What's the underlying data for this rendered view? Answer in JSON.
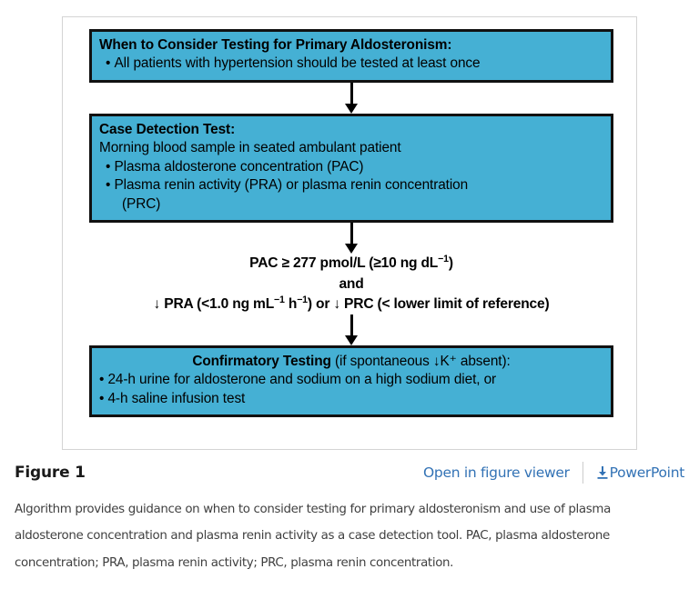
{
  "figure": {
    "colors": {
      "box_fill": "#45b0d4",
      "box_border": "#111111",
      "frame_border": "#d4d4d4",
      "link_blue": "#3272b5",
      "page_bg": "#ffffff"
    },
    "boxes": [
      {
        "id": "when-to-consider",
        "header": "When to Consider Testing for Primary Aldosteronism:",
        "bullets": [
          "All patients with hypertension  should be tested at least once"
        ]
      },
      {
        "id": "case-detection",
        "header": "Case Detection Test:",
        "subtitle": "Morning blood sample in seated ambulant patient",
        "bullets": [
          "Plasma aldosterone concentration (PAC)",
          "Plasma renin activity (PRA) or plasma renin concentration"
        ],
        "continuation": "(PRC)"
      },
      {
        "id": "confirmatory-testing",
        "header_bold": "Confirmatory Testing",
        "header_rest": " (if spontaneous ↓K⁺ absent):",
        "bullets": [
          "24-h urine for aldosterone and sodium on a high sodium diet, or",
          "4-h saline infusion test"
        ]
      }
    ],
    "criteria": {
      "line1_a": "PAC ≥ 277 pmol/L (≥10 ng dL",
      "line1_sup": "−1",
      "line1_b": ")",
      "line2": "and",
      "line3_a": "↓ PRA (<1.0 ng mL",
      "line3_sup1": "−1",
      "line3_b": " h",
      "line3_sup2": "−1",
      "line3_c": ") or ↓ PRC  (< lower limit of reference)"
    },
    "arrows": [
      "arrow-1",
      "arrow-2",
      "arrow-3"
    ]
  },
  "caption": {
    "figure_label": "Figure 1",
    "open_viewer_link": "Open in figure viewer",
    "powerpoint_link": "PowerPoint",
    "download_icon": "download-icon",
    "description": "Algorithm provides guidance on when to consider testing for primary aldosteronism and use of plasma aldosterone concentration and plasma renin activity as a case detection tool. PAC, plasma aldosterone concentration; PRA, plasma renin activity; PRC, plasma renin concentration."
  }
}
